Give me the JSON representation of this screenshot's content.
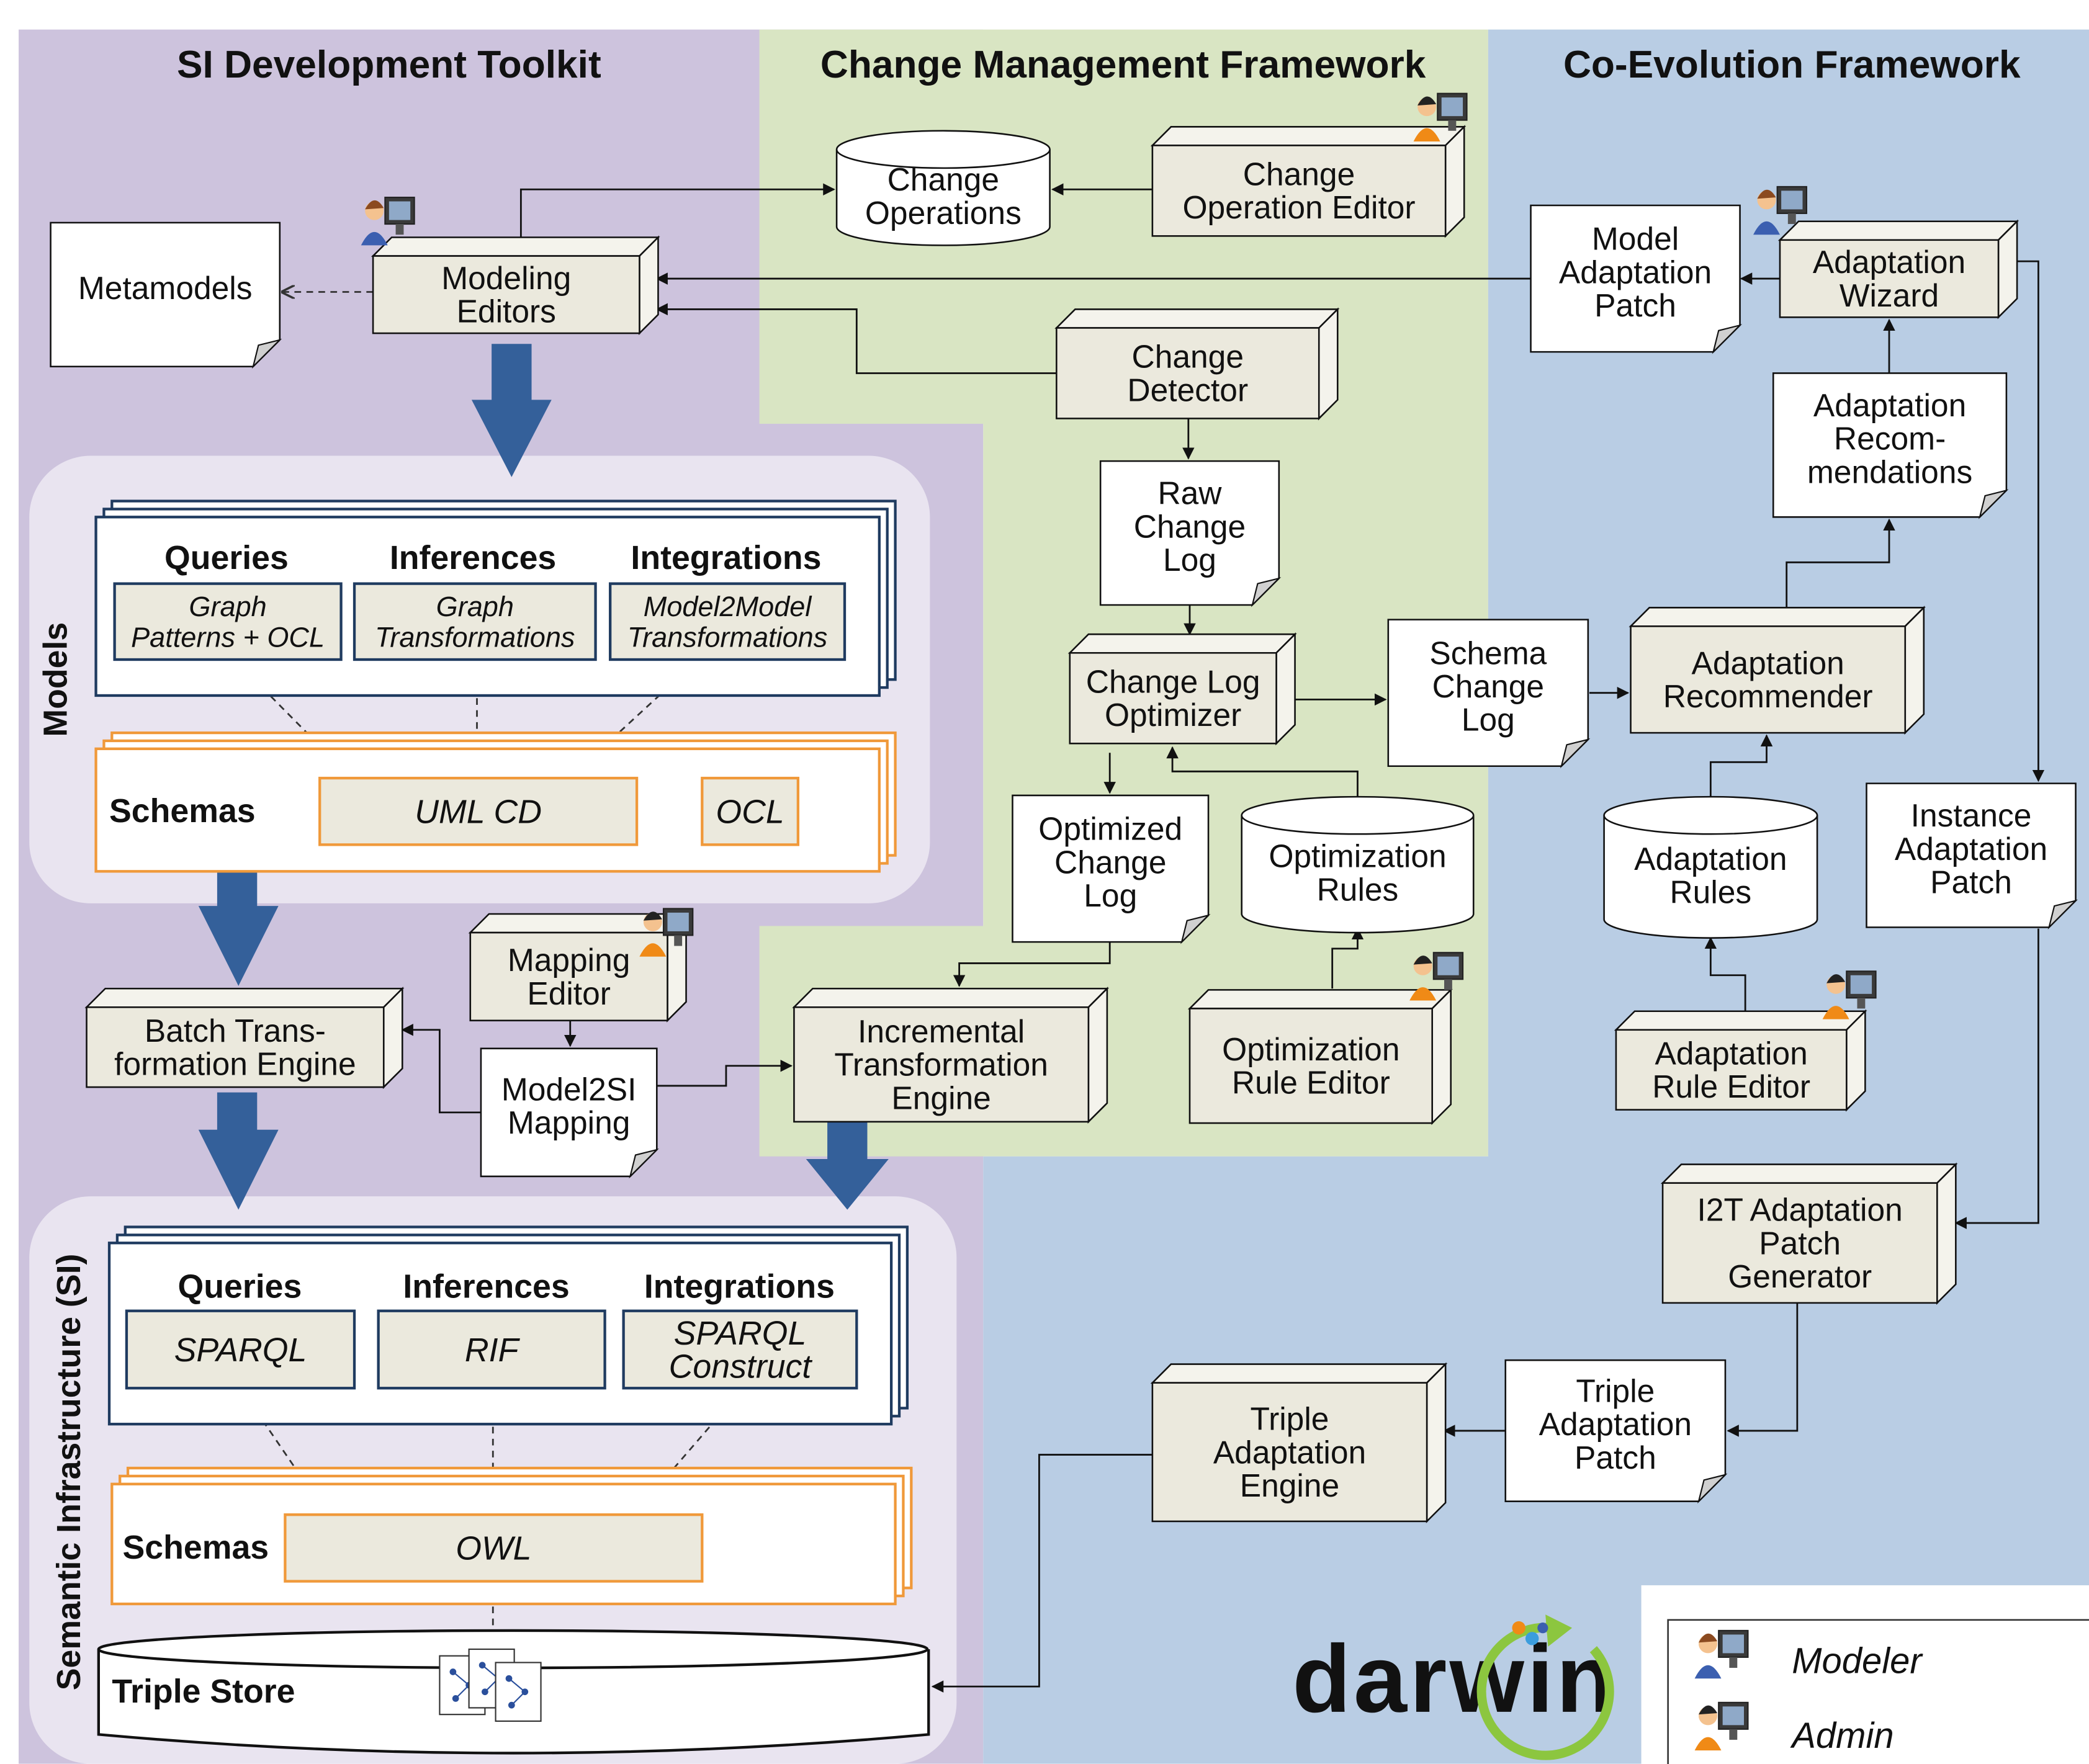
{
  "columns": {
    "si_toolkit": "SI Development Toolkit",
    "change_mgmt": "Change Management Framework",
    "coevolution": "Co-Evolution Framework"
  },
  "metamodels": "Metamodels",
  "modeling_editors": [
    "Modeling",
    "Editors"
  ],
  "change_operations": [
    "Change",
    "Operations"
  ],
  "change_operation_editor": [
    "Change",
    "Operation Editor"
  ],
  "change_detector": [
    "Change",
    "Detector"
  ],
  "raw_change_log": [
    "Raw",
    "Change",
    "Log"
  ],
  "change_log_optimizer": [
    "Change Log",
    "Optimizer"
  ],
  "optimized_change_log": [
    "Optimized",
    "Change",
    "Log"
  ],
  "optimization_rules": [
    "Optimization",
    "Rules"
  ],
  "optimization_rule_editor": [
    "Optimization",
    "Rule Editor"
  ],
  "schema_change_log": [
    "Schema",
    "Change",
    "Log"
  ],
  "model_adaptation_patch": [
    "Model",
    "Adaptation",
    "Patch"
  ],
  "adaptation_wizard": [
    "Adaptation",
    "Wizard"
  ],
  "adaptation_recommendations": [
    "Adaptation",
    "Recom-",
    "mendations"
  ],
  "adaptation_recommender": [
    "Adaptation",
    "Recommender"
  ],
  "adaptation_rules": [
    "Adaptation",
    "Rules"
  ],
  "adaptation_rule_editor": [
    "Adaptation",
    "Rule Editor"
  ],
  "instance_adaptation_patch": [
    "Instance",
    "Adaptation",
    "Patch"
  ],
  "i2t_generator": [
    "I2T Adaptation",
    "Patch",
    "Generator"
  ],
  "triple_adaptation_patch": [
    "Triple",
    "Adaptation",
    "Patch"
  ],
  "triple_adaptation_engine": [
    "Triple",
    "Adaptation",
    "Engine"
  ],
  "mapping_editor": [
    "Mapping",
    "Editor"
  ],
  "model2si_mapping": [
    "Model2SI",
    "Mapping"
  ],
  "batch_engine": [
    "Batch Trans-",
    "formation Engine"
  ],
  "incremental_engine": [
    "Incremental",
    "Transformation",
    "Engine"
  ],
  "models_panel": {
    "side_label": "Models",
    "queries": "Queries",
    "inferences": "Inferences",
    "integrations": "Integrations",
    "queries_detail": [
      "Graph",
      "Patterns + OCL"
    ],
    "inferences_detail": [
      "Graph",
      "Transformations"
    ],
    "integrations_detail": [
      "Model2Model",
      "Transformations"
    ],
    "schemas": "Schemas",
    "uml_cd": "UML CD",
    "ocl": "OCL"
  },
  "si_panel": {
    "side_label": "Semantic Infrastructure (SI)",
    "queries": "Queries",
    "inferences": "Inferences",
    "integrations": "Integrations",
    "queries_detail": [
      "SPARQL"
    ],
    "inferences_detail": [
      "RIF"
    ],
    "integrations_detail": [
      "SPARQL",
      "Construct"
    ],
    "schemas": "Schemas",
    "owl": "OWL",
    "triple_store": "Triple Store"
  },
  "logo": "darwin",
  "legend": {
    "modeler": "Modeler",
    "admin": "Admin"
  },
  "colors": {
    "purple_bg": "#cdc3dd",
    "green_bg": "#d9e5c3",
    "blue_bg": "#b9cde4",
    "box_fill": "#ebe9dd",
    "dark_blue_border": "#1f3b60",
    "orange_border": "#f0993a",
    "big_arrow": "#34609a",
    "logo_green": "#8cc63f"
  }
}
